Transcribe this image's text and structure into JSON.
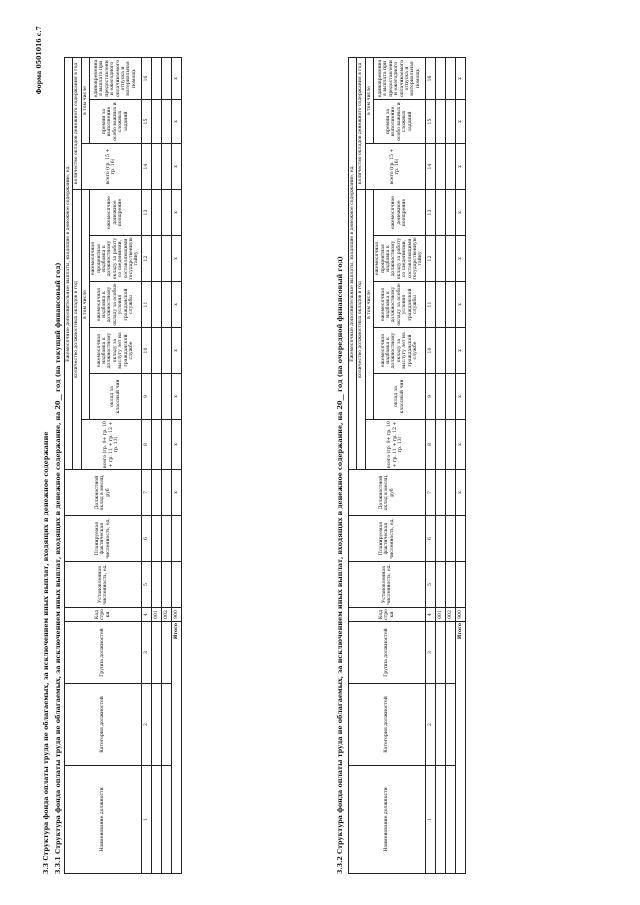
{
  "form_code": "Форма 0501016 с.7",
  "section_caption": "3.3 Структура фонда оплаты труда не облагаемых, за исключением иных выплат, входящих в денежное содержание",
  "table1": {
    "caption": "3.3.1 Структура фонда оплаты труда не облагаемых, за исключением иных выплат, входящих в денежное содержание, на 20__ год (на текущий финансовый год)"
  },
  "table2": {
    "caption": "3.3.2 Структура фонда оплаты труда не облагаемых, за исключением иных выплат, входящих в денежное содержание, на 20__ год (на очередной финансовый год)"
  },
  "headers": {
    "name": "Наименование должности",
    "category": "Категория должностей",
    "group": "Группа должностей",
    "line_code": "Код строки",
    "established": "Установленная численность, ед.",
    "planned": "Планируемая фактическая численность, ед.",
    "salary": "Должностной оклад в месяц, руб",
    "monthly_extra": "Ежемесячные дополнительные выплаты, входящие в денежное содержание, ед.",
    "count_salaries": "количество должностных окладов в год",
    "total_1": "всего (гр. 9+ гр. 10 + гр. 11 + гр. 12 + гр. 13)",
    "total_2": "всего (гр. 9+ гр. 10 + гр. 11 + гр. 12 + гр. 13)",
    "incl": "в том числе",
    "class_rank": "оклад за классный чин",
    "seniority": "ежемесячная надбавка к должностному окладу за выслугу лет на гражданской службе",
    "special_conditions": "ежемесячная надбавка к должностному окладу за особые условия гражданской службы",
    "state_secret": "ежемесячная процентная надбавка к должностному окладу за работу со сведениями, составляющими государственную тайну",
    "bonus": "ежемесячное денежное поощрение",
    "count_money": "количество окладов денежного содержания в год",
    "total_money": "всего (гр. 15 + гр. 16)",
    "incl2": "в том числе",
    "premium": "премии за выполнение особо важных и сложных заданий",
    "lump_sum": "единовременная выплата при предоставлении ежегодного оплачиваемого отпуска и материальная помощь",
    "total_row": "Итого"
  },
  "col_numbers": [
    "1",
    "2",
    "3",
    "4",
    "5",
    "6",
    "7",
    "8",
    "9",
    "10",
    "11",
    "12",
    "13",
    "14",
    "15",
    "16"
  ],
  "rows": [
    "001",
    "002"
  ],
  "total_code": "900",
  "x": "x"
}
